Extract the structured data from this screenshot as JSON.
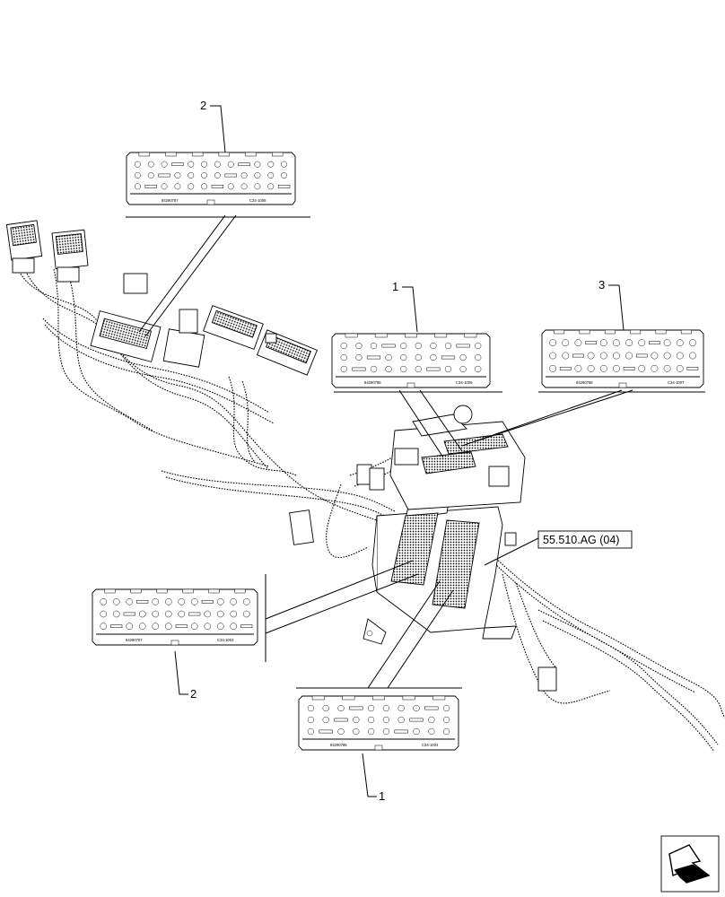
{
  "callouts": {
    "top_left_connector_number": "2",
    "mid_connector_number": "1",
    "right_connector_number": "3",
    "lower_left_connector_number": "2",
    "bottom_connector_number": "1"
  },
  "connector_labels": {
    "top_left_part": "84290787",
    "top_left_code": "C34-1006",
    "mid_part": "84290785",
    "mid_code": "C34-1005",
    "right_part": "84290786",
    "right_code": "C34-1007",
    "lower_left_part": "84290787",
    "lower_left_code": "C34-1003",
    "bottom_part": "84290785",
    "bottom_code": "C34-1004"
  },
  "reference": {
    "label": "55.510.AG (04)"
  },
  "icons": {
    "nav": "next-page-arrow-icon"
  }
}
